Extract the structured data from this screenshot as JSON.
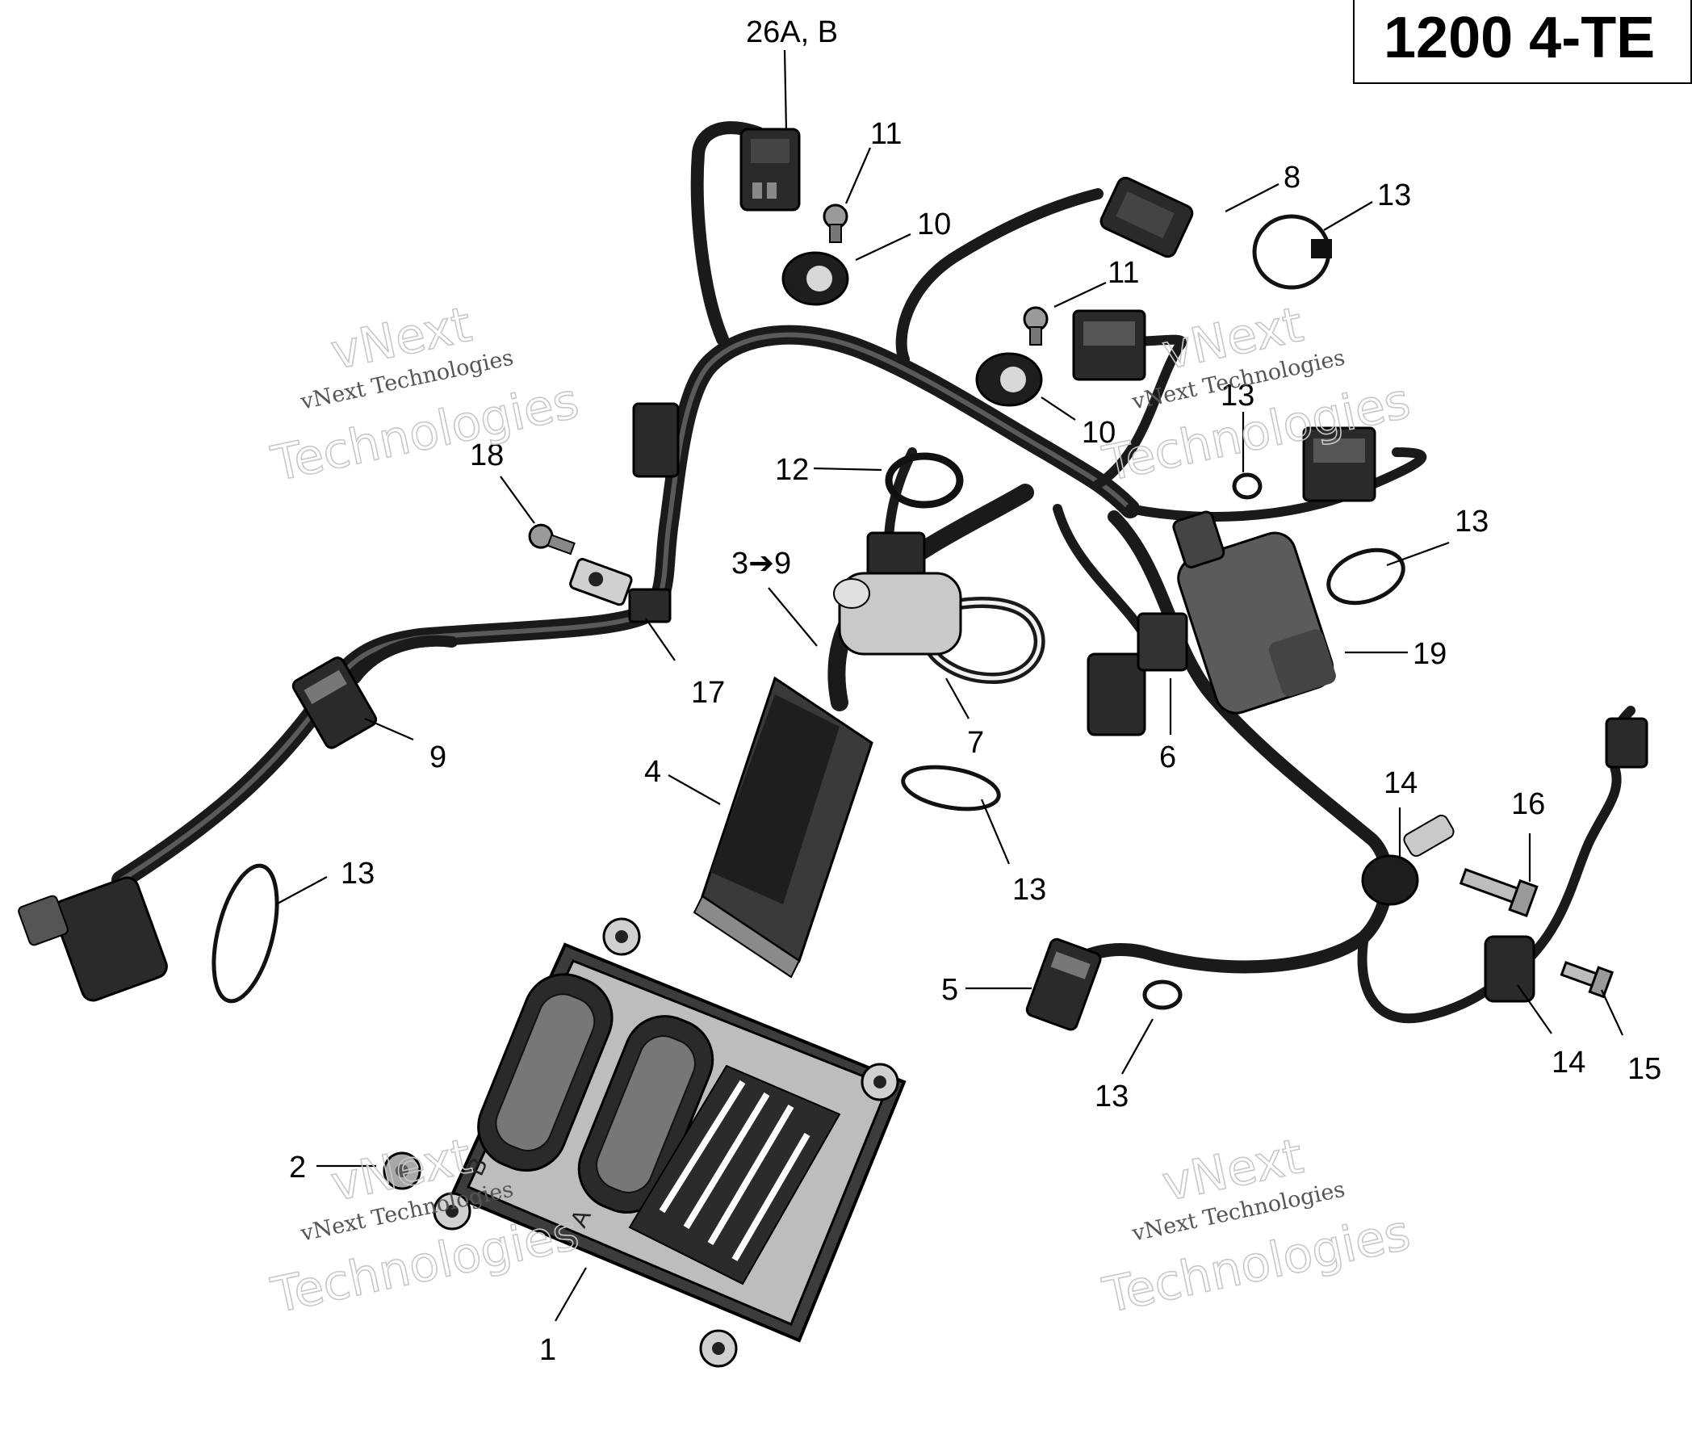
{
  "title": "1200 4-TE",
  "watermark": {
    "line1": "vNext",
    "line2": "vNext Technologies",
    "line3": "Technologies"
  },
  "ecu": {
    "connector_b": "B",
    "connector_a": "A"
  },
  "callouts": [
    {
      "id": "c-26ab",
      "text": "26A, B"
    },
    {
      "id": "c-11a",
      "text": "11"
    },
    {
      "id": "c-10a",
      "text": "10"
    },
    {
      "id": "c-8",
      "text": "8"
    },
    {
      "id": "c-13a",
      "text": "13"
    },
    {
      "id": "c-11b",
      "text": "11"
    },
    {
      "id": "c-10b",
      "text": "10"
    },
    {
      "id": "c-13b",
      "text": "13"
    },
    {
      "id": "c-18",
      "text": "18"
    },
    {
      "id": "c-12",
      "text": "12"
    },
    {
      "id": "c-13c",
      "text": "13"
    },
    {
      "id": "c-3to9",
      "text": "3➔9"
    },
    {
      "id": "c-19",
      "text": "19"
    },
    {
      "id": "c-17",
      "text": "17"
    },
    {
      "id": "c-9",
      "text": "9"
    },
    {
      "id": "c-7",
      "text": "7"
    },
    {
      "id": "c-6",
      "text": "6"
    },
    {
      "id": "c-4",
      "text": "4"
    },
    {
      "id": "c-14a",
      "text": "14"
    },
    {
      "id": "c-16",
      "text": "16"
    },
    {
      "id": "c-13d",
      "text": "13"
    },
    {
      "id": "c-13e",
      "text": "13"
    },
    {
      "id": "c-5",
      "text": "5"
    },
    {
      "id": "c-14b",
      "text": "14"
    },
    {
      "id": "c-15",
      "text": "15"
    },
    {
      "id": "c-13f",
      "text": "13"
    },
    {
      "id": "c-2",
      "text": "2"
    },
    {
      "id": "c-1",
      "text": "1"
    }
  ]
}
